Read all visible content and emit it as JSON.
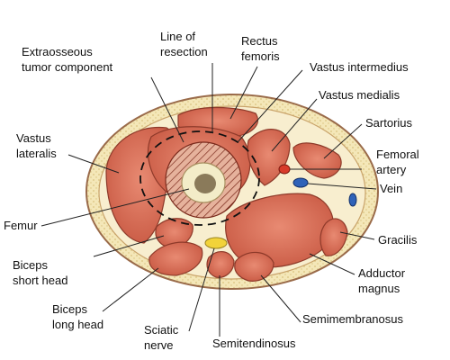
{
  "labels": {
    "extraosseous_1": "Extraosseous",
    "extraosseous_2": "tumor component",
    "line_of_resection_1": "Line of",
    "line_of_resection_2": "resection",
    "rectus_femoris_1": "Rectus",
    "rectus_femoris_2": "femoris",
    "vastus_intermedius": "Vastus intermedius",
    "vastus_medialis": "Vastus medialis",
    "vastus_lateralis_1": "Vastus",
    "vastus_lateralis_2": "lateralis",
    "sartorius": "Sartorius",
    "femoral_artery_1": "Femoral",
    "femoral_artery_2": "artery",
    "vein": "Vein",
    "femur": "Femur",
    "gracilis": "Gracilis",
    "biceps_short_head_1": "Biceps",
    "biceps_short_head_2": "short head",
    "adductor_magnus_1": "Adductor",
    "adductor_magnus_2": "magnus",
    "biceps_long_head_1": "Biceps",
    "biceps_long_head_2": "long head",
    "semimembranosus": "Semimembranosus",
    "sciatic_nerve_1": "Sciatic",
    "sciatic_nerve_2": "nerve",
    "semitendinosus": "Semitendinosus"
  },
  "colors": {
    "skin_outline": "#9a6b4a",
    "fat": "#f4e7b8",
    "fat_dots": "#d9c27e",
    "muscle": "#d9705a",
    "muscle_light": "#e89a82",
    "muscle_edge": "#8e3a2a",
    "bone": "#f3ecc8",
    "marrow": "#8a7a5a",
    "artery": "#d83a2a",
    "vein": "#2f62b8",
    "nerve": "#f2d33a",
    "leader": "#222222"
  }
}
